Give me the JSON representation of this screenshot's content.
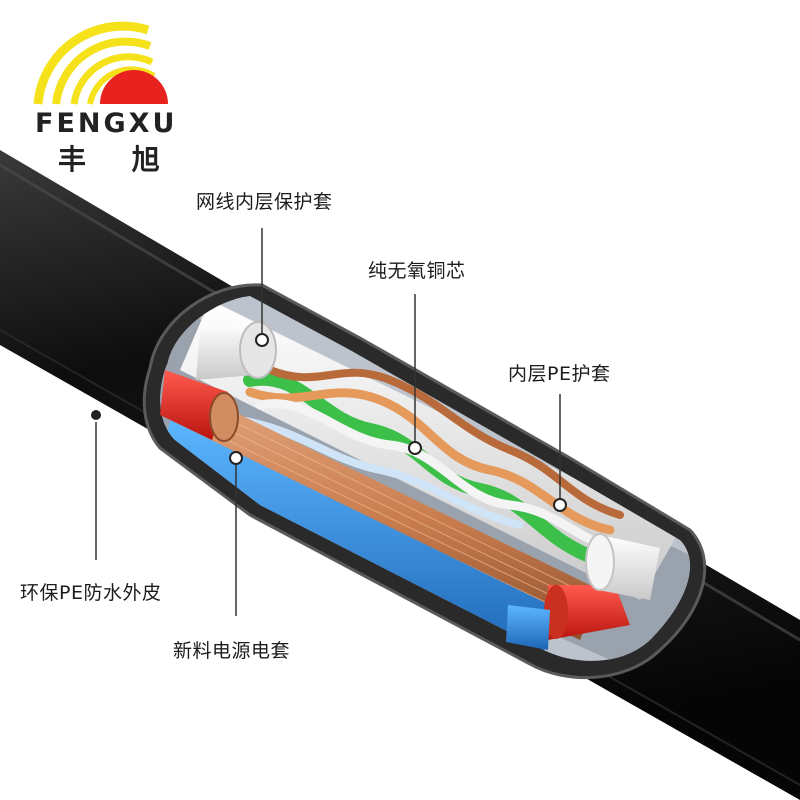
{
  "brand": {
    "name_en": "FENGXU",
    "name_cn": "丰 旭",
    "colors": {
      "arc": "#f5e21a",
      "sun": "#e8231f",
      "text": "#222222"
    }
  },
  "labels": {
    "inner_jacket": "网线内层保护套",
    "copper_core": "纯无氧铜芯",
    "pe_inner": "内层PE护套",
    "outer_skin": "环保PE防水外皮",
    "power_sheath": "新料电源电套"
  },
  "colors": {
    "cable_outer": "#111111",
    "copper": "#c97d4e",
    "red_wire": "#e8231f",
    "blue_wire": "#2a8de0",
    "green_wire": "#3cc04a",
    "white_jacket": "#eeeeee"
  }
}
